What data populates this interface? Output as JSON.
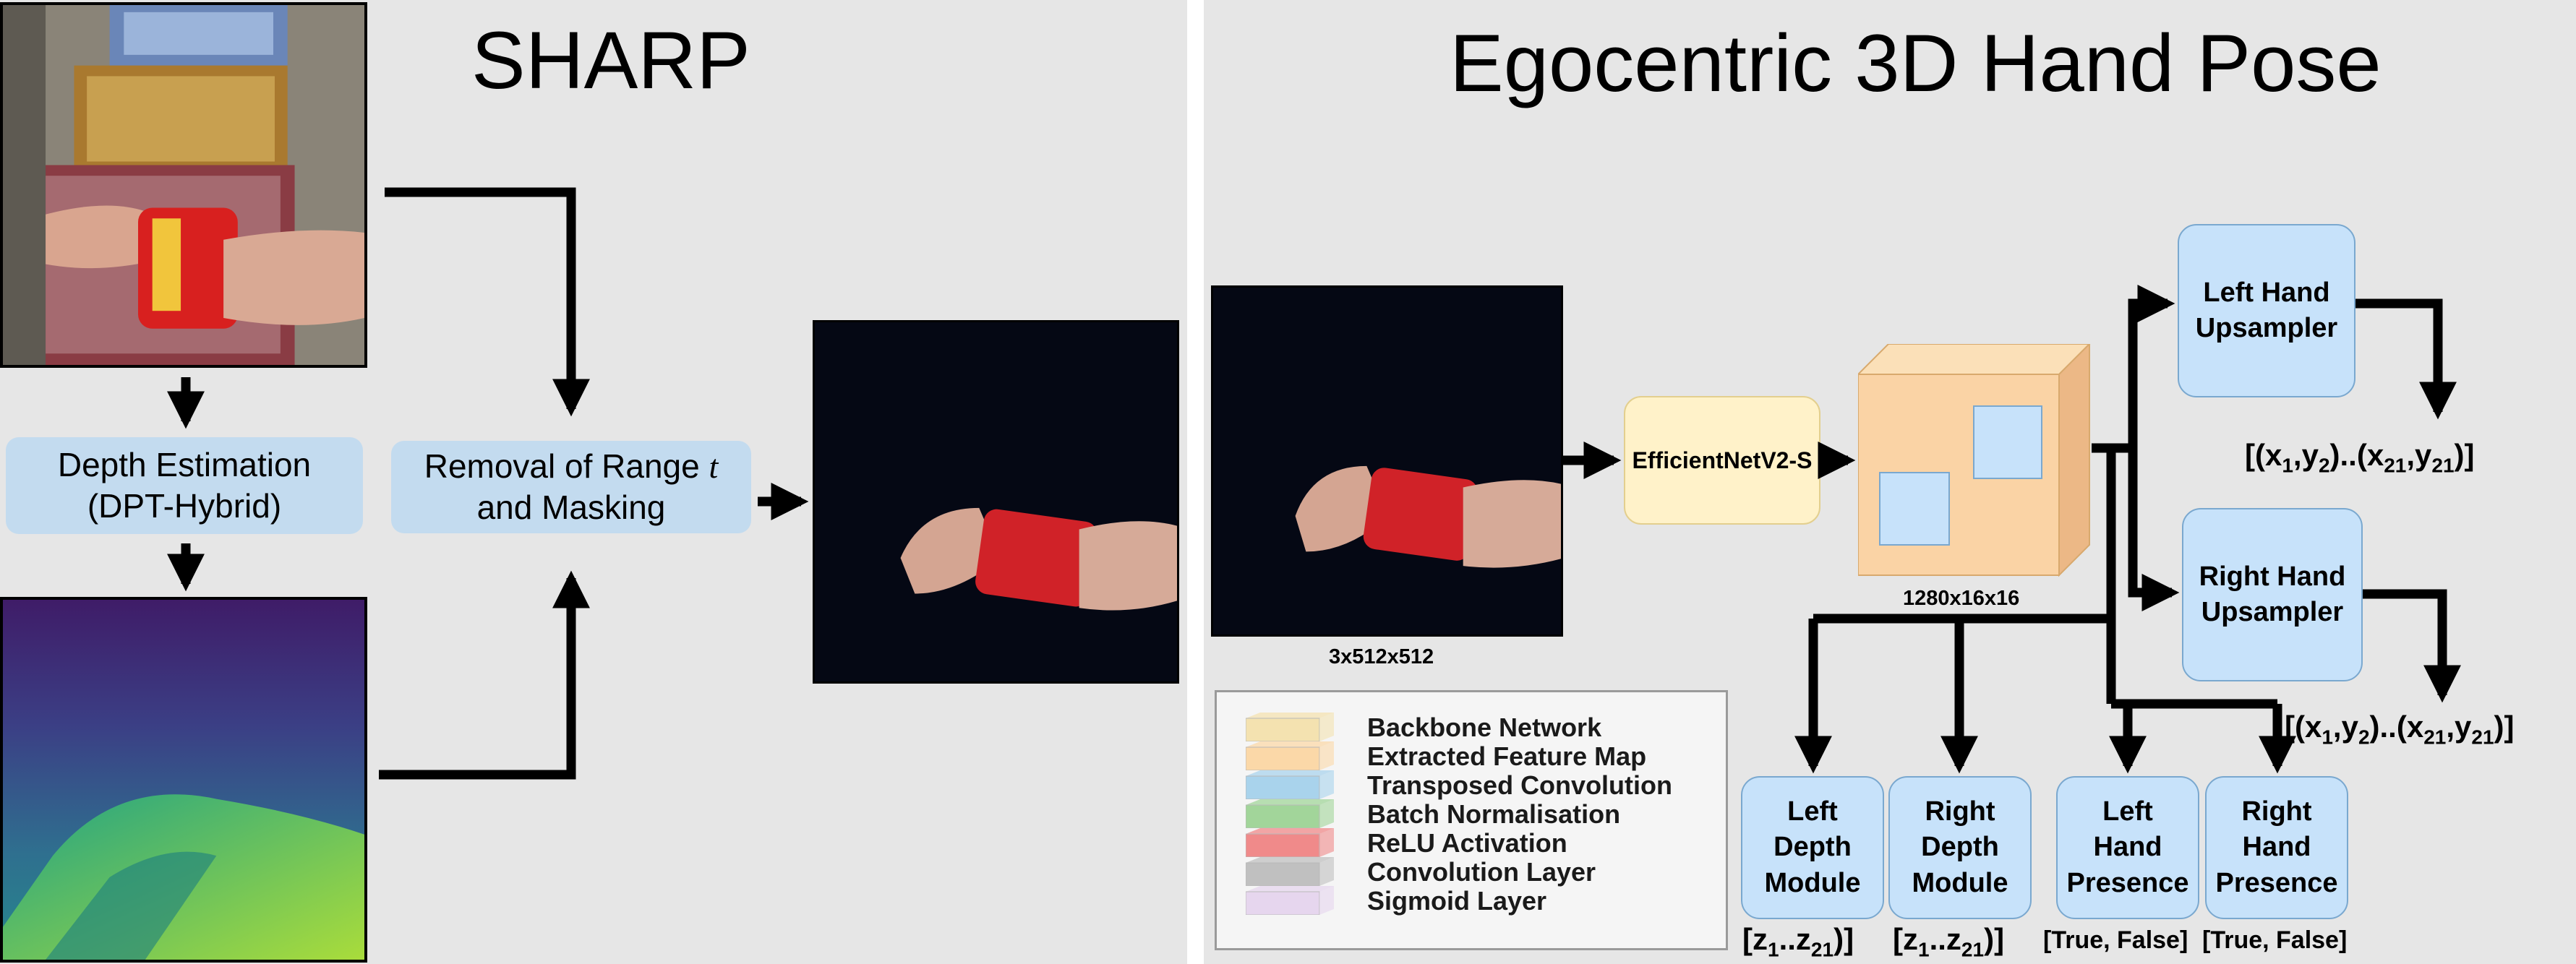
{
  "left_panel": {
    "title": "SHARP",
    "depth_box": {
      "line1": "Depth Estimation",
      "line2": "(DPT-Hybrid)"
    },
    "removal_box": {
      "line1_prefix": "Removal of Range ",
      "line1_var": "t",
      "line2": "and Masking"
    }
  },
  "right_panel": {
    "title": "Egocentric 3D Hand Pose",
    "input_dims": "3x512x512",
    "backbone_label": "EfficientNetV2-S",
    "feature_dims": "1280x16x16",
    "left_upsampler": {
      "line1": "Left Hand",
      "line2": "Upsampler"
    },
    "right_upsampler": {
      "line1": "Right Hand",
      "line2": "Upsampler"
    },
    "keypoint_output": {
      "open": "[(x",
      "s1": "1",
      "comma": ",y",
      "s2": "2",
      "mid": ")..(x",
      "s3": "21",
      "comma2": ",y",
      "s4": "21",
      "close": ")]"
    },
    "depth_output": {
      "open": "[z",
      "s1": "1",
      "mid": "..z",
      "s2": "21",
      "close": ")]"
    },
    "left_depth": {
      "line1": "Left",
      "line2": "Depth",
      "line3": "Module"
    },
    "right_depth": {
      "line1": "Right",
      "line2": "Depth",
      "line3": "Module"
    },
    "left_presence": {
      "line1": "Left",
      "line2": "Hand",
      "line3": "Presence"
    },
    "right_presence": {
      "line1": "Right",
      "line2": "Hand",
      "line3": "Presence"
    },
    "presence_output": "[True, False]"
  },
  "legend": [
    {
      "label": "Backbone Network",
      "color": "#f4e2b0"
    },
    {
      "label": "Extracted Feature Map",
      "color": "#fbd8a8"
    },
    {
      "label": "Transposed Convolution",
      "color": "#a9d3ec"
    },
    {
      "label": "Batch Normalisation",
      "color": "#a2d59a"
    },
    {
      "label": "ReLU Activation",
      "color": "#f08a8a"
    },
    {
      "label": "Convolution Layer",
      "color": "#c0c0c0"
    },
    {
      "label": "Sigmoid Layer",
      "color": "#e6d6ee"
    }
  ],
  "colors": {
    "panel_bg": "#e6e6e6",
    "process_box": "#c3dbef",
    "module_box": "#c7e2fa",
    "backbone_box": "#fff2c9",
    "feature_cube": "#fad3a5",
    "arrow": "#000000"
  }
}
